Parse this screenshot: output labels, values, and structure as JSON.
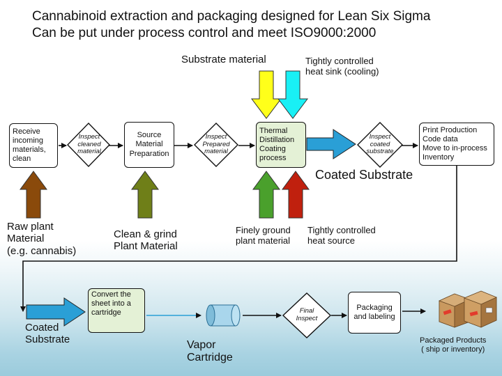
{
  "title": {
    "line1": "Cannabinoid extraction and packaging designed for Lean Six Sigma",
    "line2": "Can be put under process control and meet ISO9000:2000"
  },
  "top_inputs": {
    "substrate_material": "Substrate material",
    "heat_sink": "Tightly controlled\nheat sink (cooling)"
  },
  "process_row1": {
    "receive": "Receive\nincoming\nmaterials,\nclean",
    "inspect_cleaned": "Inspect\ncleaned\nmaterial",
    "source_prep": "Source\nMaterial\nPreparation",
    "inspect_prepared": "Inspect\nPrepared\nmaterial",
    "thermal": "Thermal\nDistillation\nCoating\nprocess",
    "inspect_coated": "Inspect\ncoated\nsubstrate",
    "print_production": "Print Production\nCode data\nMove to in-process\nInventory"
  },
  "coated_substrate_top": "Coated Substrate",
  "bottom_inputs": {
    "raw_plant": "Raw plant\nMaterial\n(e.g. cannabis)",
    "clean_grind": "Clean & grind\nPlant Material",
    "finely_ground": "Finely ground\nplant material",
    "heat_source": "Tightly controlled\nheat source"
  },
  "process_row2": {
    "coated_substrate": "Coated\nSubstrate",
    "convert": "Convert the\nsheet into a\ncartridge",
    "vapor_cartridge": "Vapor\nCartridge",
    "final_inspect": "Final\nInspect",
    "packaging": "Packaging\nand labeling",
    "packaged_products": "Packaged Products\n( ship or inventory)"
  },
  "colors": {
    "yellow_arrow": "#ffff1a",
    "cyan_arrow": "#19f0f5",
    "brown_arrow": "#8a4a0b",
    "olive_arrow": "#6f7f18",
    "green_arrow": "#4aa02c",
    "red_arrow": "#c0200e",
    "blue_arrow": "#2a9fd6",
    "box_green": "#e4f1d6",
    "cylinder": "#a9d6ec"
  }
}
